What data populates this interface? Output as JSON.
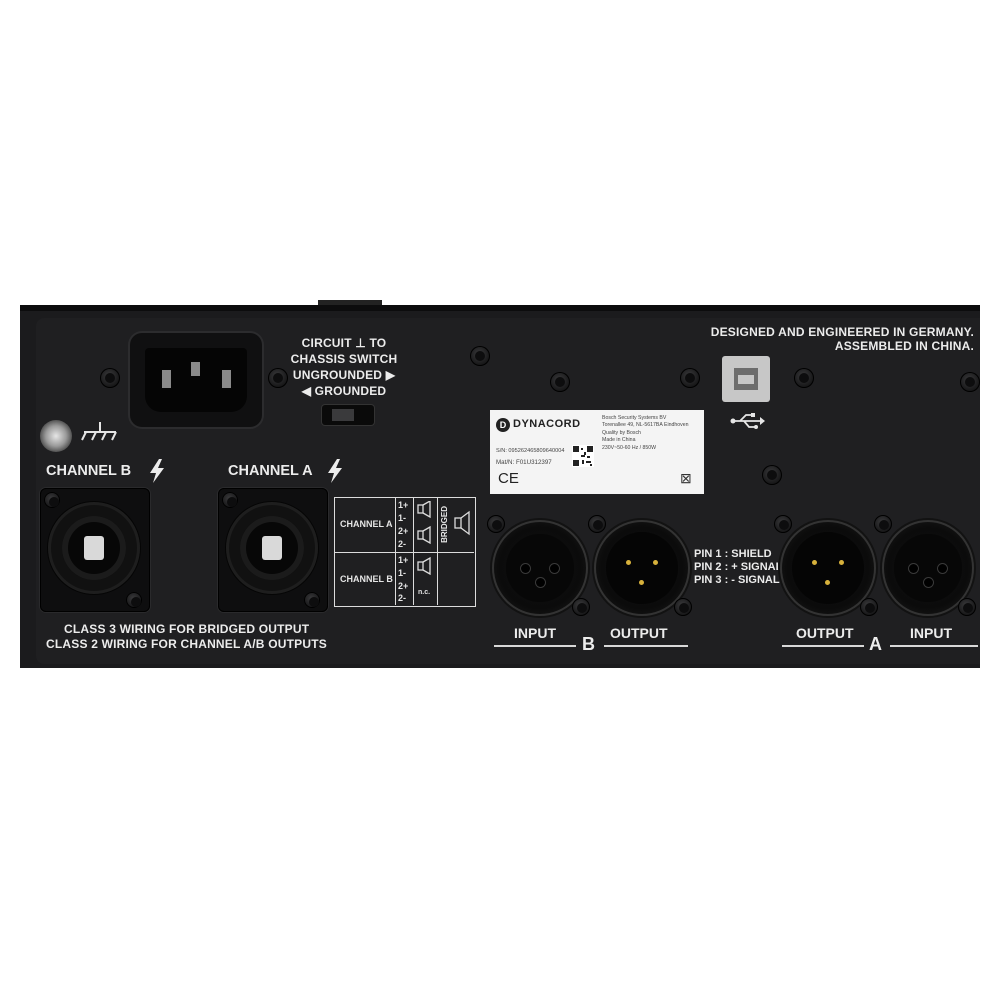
{
  "panel": {
    "switch_label": [
      "CIRCUIT ⊥ TO",
      "CHASSIS SWITCH",
      "UNGROUNDED ▶",
      "◀ GROUNDED"
    ],
    "designed_text": [
      "DESIGNED AND ENGINEERED IN GERMANY.",
      "ASSEMBLED IN CHINA."
    ],
    "channel_b_label": "CHANNEL B",
    "channel_a_label": "CHANNEL A",
    "class_text": [
      "CLASS 3 WIRING FOR BRIDGED OUTPUT",
      "CLASS 2 WIRING FOR CHANNEL A/B OUTPUTS"
    ],
    "pin_text": [
      "PIN 1 :   SHIELD",
      "PIN 2 : + SIGNAL",
      "PIN 3 : - SIGNAL"
    ],
    "input_label": "INPUT",
    "output_label": "OUTPUT",
    "b_letter": "B",
    "a_letter": "A"
  },
  "wiring_table": {
    "channel_a": "CHANNEL A",
    "channel_b": "CHANNEL B",
    "pins": [
      "1+",
      "1-",
      "2+",
      "2-"
    ],
    "bridged": "BRIDGED",
    "nc": "n.c."
  },
  "label_sticker": {
    "brand": "DYNACORD",
    "brand_icon": "D",
    "address": [
      "Bosch Security Systems BV",
      "Torenallee 49, NL-5617BA Eindhoven",
      "Quality by Bosch",
      "Made in China",
      "230V~50-60 Hz / 850W"
    ],
    "serial": "S/N: 095262465809640004",
    "material": "Mat/N: F01U312397",
    "ce": "CE",
    "weee": "⊠"
  },
  "icons": {
    "ground": "ground-icon",
    "usb": "usb-icon",
    "bolt": "lightning-bolt-icon"
  },
  "colors": {
    "panel": "#1b1b1d",
    "text": "#ececec",
    "pin_gold": "#d8b23c"
  }
}
